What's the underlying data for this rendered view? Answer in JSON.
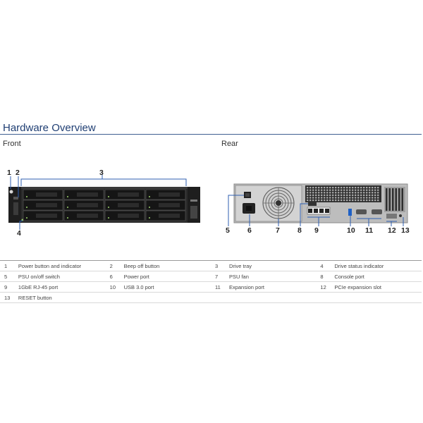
{
  "heading": "Hardware Overview",
  "front_label": "Front",
  "rear_label": "Rear",
  "callouts": [
    "1",
    "2",
    "3",
    "4",
    "5",
    "6",
    "7",
    "8",
    "9",
    "10",
    "11",
    "12",
    "13"
  ],
  "legend": [
    [
      {
        "n": "1",
        "t": "Power button and indicator"
      },
      {
        "n": "2",
        "t": "Beep off button"
      },
      {
        "n": "3",
        "t": "Drive tray"
      },
      {
        "n": "4",
        "t": "Drive status indicator"
      }
    ],
    [
      {
        "n": "5",
        "t": "PSU on/off switch"
      },
      {
        "n": "6",
        "t": "Power port"
      },
      {
        "n": "7",
        "t": "PSU fan"
      },
      {
        "n": "8",
        "t": "Console port"
      }
    ],
    [
      {
        "n": "9",
        "t": "1GbE RJ-45 port"
      },
      {
        "n": "10",
        "t": "USB 3.0 port"
      },
      {
        "n": "11",
        "t": "Expansion port"
      },
      {
        "n": "12",
        "t": "PCIe expansion slot"
      }
    ],
    [
      {
        "n": "13",
        "t": "RESET button"
      },
      {
        "n": "",
        "t": ""
      },
      {
        "n": "",
        "t": ""
      },
      {
        "n": "",
        "t": ""
      }
    ]
  ],
  "colors": {
    "heading": "#1f3e73",
    "leader_lines": "#2f5fb0",
    "chassis_front": "#2b2b2b",
    "chassis_rear": "#b8b8b8"
  }
}
